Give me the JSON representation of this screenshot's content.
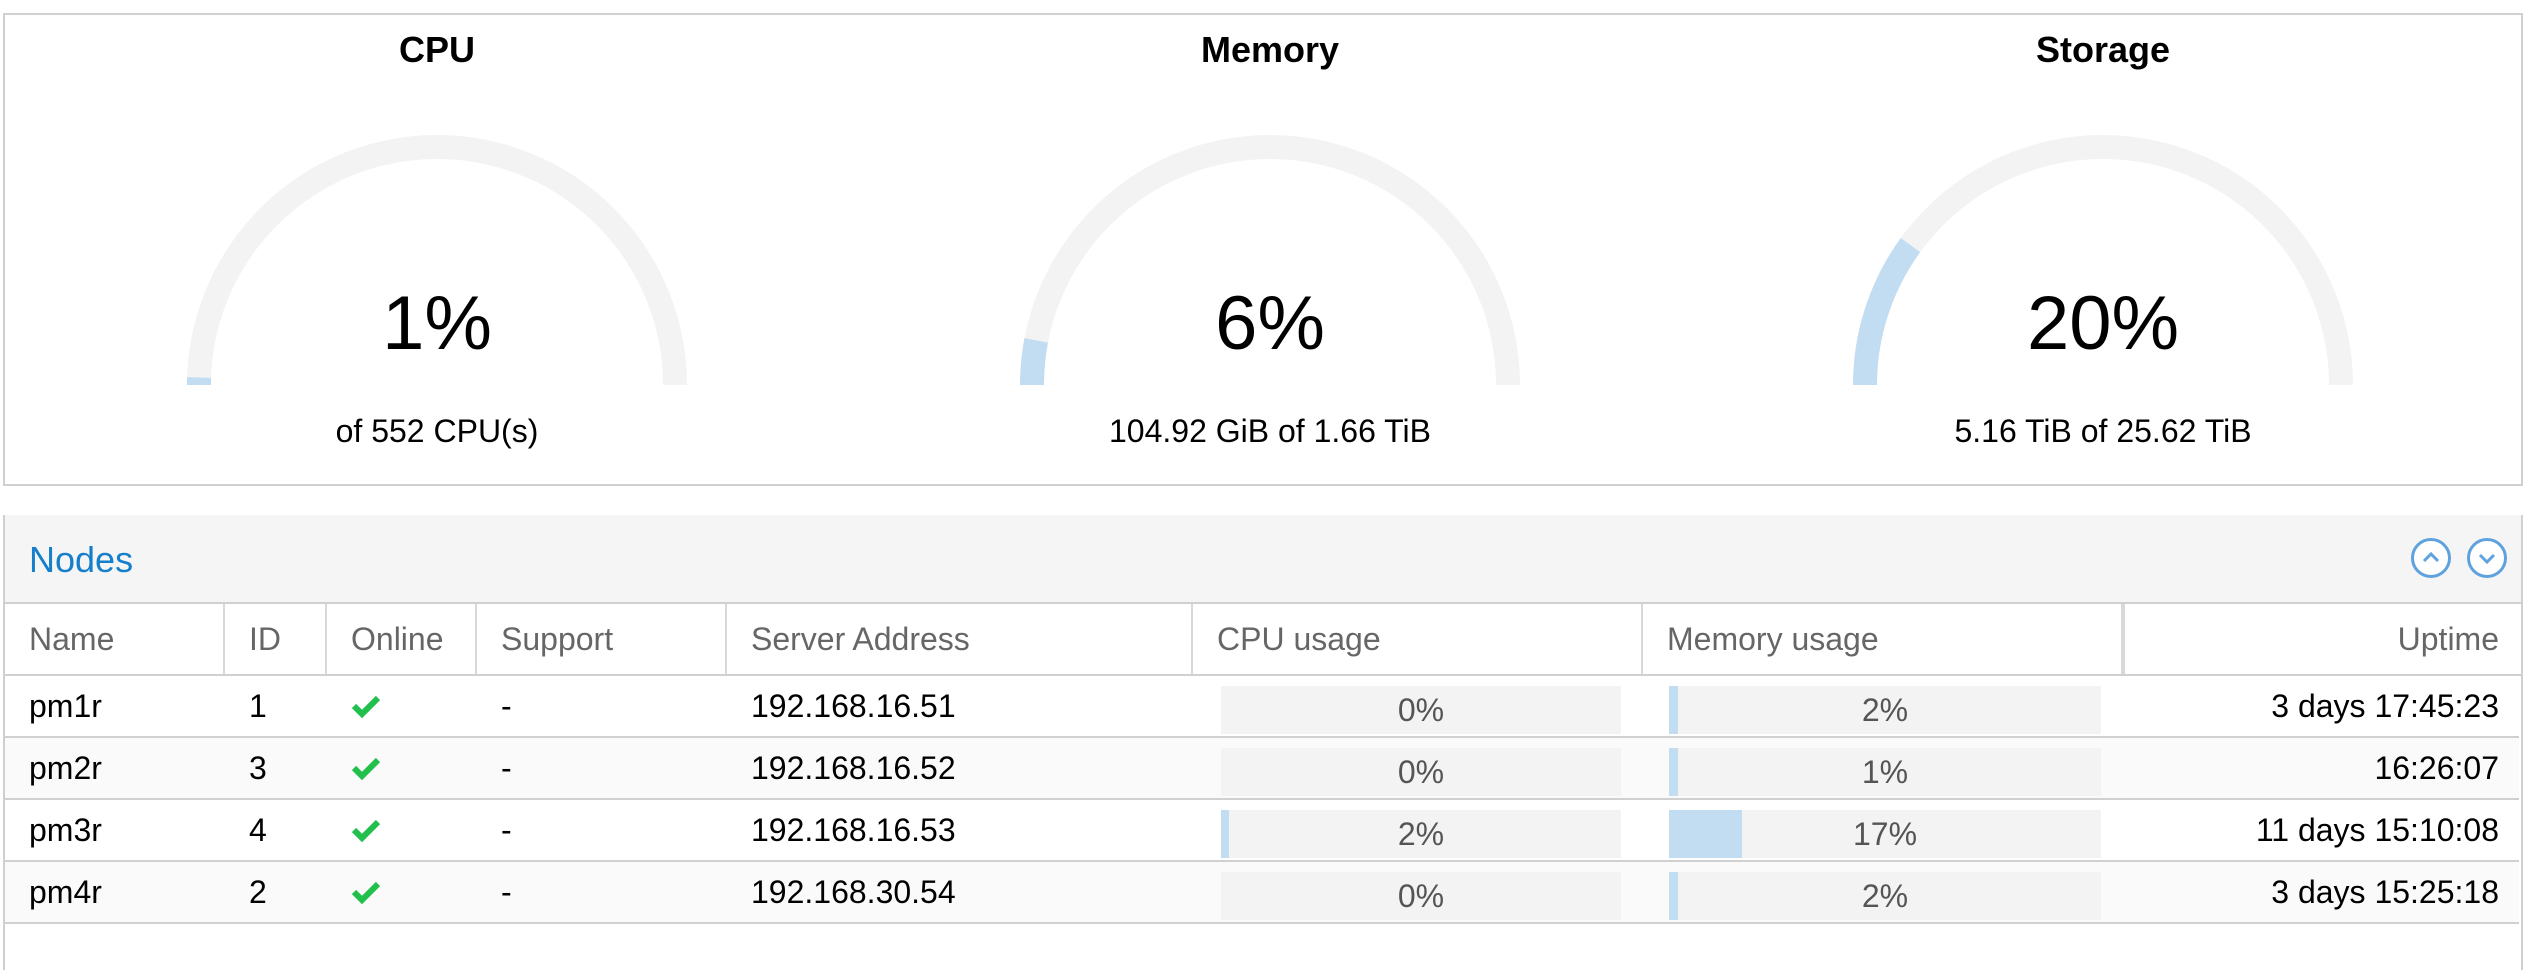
{
  "gauges": [
    {
      "title": "CPU",
      "value_text": "1%",
      "fraction": 0.01,
      "subtext": "of 552 CPU(s)"
    },
    {
      "title": "Memory",
      "value_text": "6%",
      "fraction": 0.06,
      "subtext": "104.92 GiB of 1.66 TiB"
    },
    {
      "title": "Storage",
      "value_text": "20%",
      "fraction": 0.2,
      "subtext": "5.16 TiB of 25.62 TiB"
    }
  ],
  "colors": {
    "gauge_track": "#f3f3f3",
    "gauge_fill": "#c2ddf2",
    "accent": "#157fcc",
    "online_check": "#21bf4b"
  },
  "nodes": {
    "title": "Nodes",
    "tools": {
      "collapse_icon": "chevron-up-circle-icon",
      "expand_icon": "chevron-down-circle-icon"
    },
    "columns": [
      "Name",
      "ID",
      "Online",
      "Support",
      "Server Address",
      "CPU usage",
      "Memory usage",
      "Uptime"
    ],
    "rows": [
      {
        "name": "pm1r",
        "id": "1",
        "online": true,
        "support": "-",
        "address": "192.168.16.51",
        "cpu_text": "0%",
        "cpu": 0.0,
        "mem_text": "2%",
        "mem": 0.02,
        "uptime": "3 days 17:45:23"
      },
      {
        "name": "pm2r",
        "id": "3",
        "online": true,
        "support": "-",
        "address": "192.168.16.52",
        "cpu_text": "0%",
        "cpu": 0.0,
        "mem_text": "1%",
        "mem": 0.01,
        "uptime": "16:26:07"
      },
      {
        "name": "pm3r",
        "id": "4",
        "online": true,
        "support": "-",
        "address": "192.168.16.53",
        "cpu_text": "2%",
        "cpu": 0.02,
        "mem_text": "17%",
        "mem": 0.17,
        "uptime": "11 days 15:10:08"
      },
      {
        "name": "pm4r",
        "id": "2",
        "online": true,
        "support": "-",
        "address": "192.168.30.54",
        "cpu_text": "0%",
        "cpu": 0.0,
        "mem_text": "2%",
        "mem": 0.02,
        "uptime": "3 days 15:25:18"
      }
    ]
  }
}
